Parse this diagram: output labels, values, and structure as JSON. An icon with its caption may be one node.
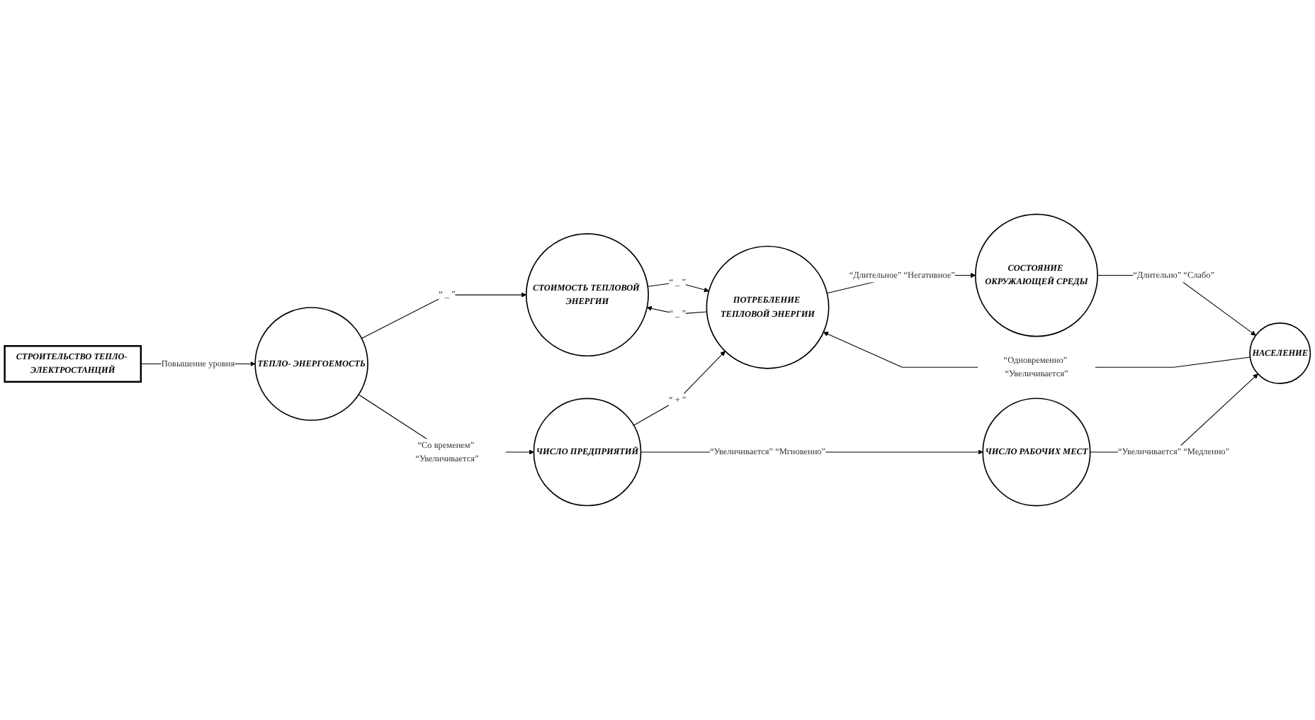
{
  "diagram": {
    "nodes": [
      {
        "text": [
          "СТРОИТЕЛЬСТВО ТЕПЛО- ЭЛЕКТРОСТАНЦИЙ"
        ]
      },
      {
        "text": [
          "СТОИМОСТЬ ТЕПЛОВОЙ ЭНЕРГИИ"
        ]
      },
      {
        "text": [
          "СОСТОЯНИЕ ОКРУЖАЮЩЕЙ СРЕДЫ"
        ]
      },
      {
        "text": [
          "ТЕПЛО- ЭНЕРГОЕМОСТЬ"
        ]
      },
      {
        "text": [
          "ПОТРЕБЛЕНИЕ ТЕПЛОВОЙ ЭНЕРГИИ"
        ]
      },
      {
        "text": [
          "НАСЕЛЕНИЕ"
        ]
      },
      {
        "text": [
          "ЧИСЛО ПРЕДПРИЯТИЙ"
        ]
      },
      {
        "text": [
          "ЧИСЛО РАБОЧИХ МЕСТ"
        ]
      }
    ],
    "edges": [
      {
        "from": 0,
        "to": 3,
        "arrow": "to",
        "label": "Повышение уровня"
      },
      {
        "from": 3,
        "to": 1,
        "arrow": "to",
        "label": "“ _ ”"
      },
      {
        "from": 1,
        "to": 4,
        "arrow": "to",
        "label": "“ _ ”"
      },
      {
        "from": 4,
        "to": 1,
        "arrow": "to",
        "label": "“ _ ”"
      },
      {
        "from": 4,
        "to": 2,
        "arrow": "to",
        "label": "“Длительное” “Негативное”"
      },
      {
        "from": 2,
        "to": 5,
        "arrow": "to",
        "label": "“Длительно” “Слабо”"
      },
      {
        "from": 5,
        "to": 4,
        "arrow": "to",
        "label": "“Одновременно” “Увеличивается”"
      },
      {
        "from": 3,
        "to": 6,
        "arrow": "to",
        "label": "“Со временем” “Увеличивается”"
      },
      {
        "from": 6,
        "to": 4,
        "arrow": "to",
        "label": "“ + ”"
      },
      {
        "from": 6,
        "to": 7,
        "arrow": "to",
        "label": "“Увеличивается” “Мгновенно”"
      },
      {
        "from": 7,
        "to": 5,
        "arrow": "to",
        "label": "“Увеличивается” “Медленно”"
      }
    ]
  }
}
